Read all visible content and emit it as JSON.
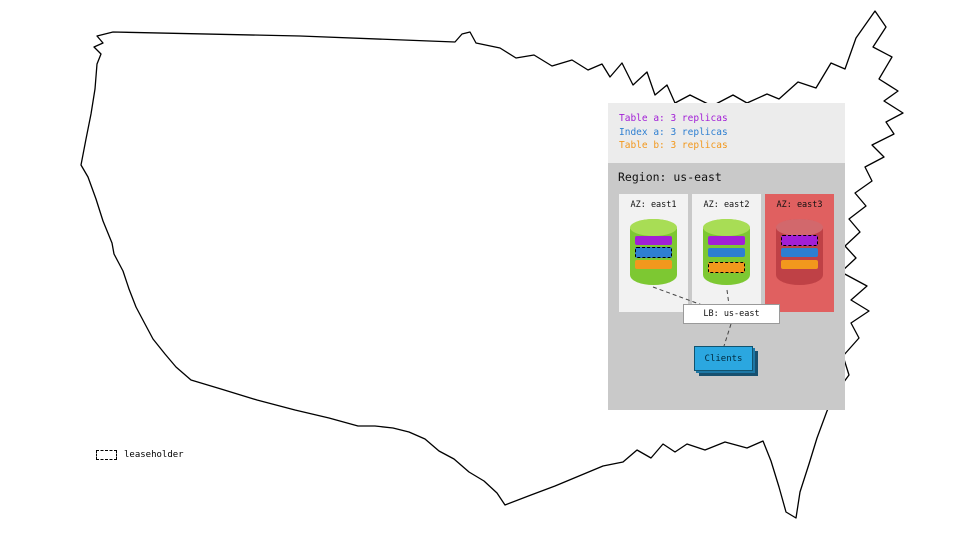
{
  "replica_legend": {
    "entries": [
      {
        "id": "table-a",
        "label": "Table a: 3 replicas",
        "color": "#a21fd6"
      },
      {
        "id": "index-a",
        "label": "Index a: 3 replicas",
        "color": "#2e7fd1"
      },
      {
        "id": "table-b",
        "label": "Table b: 3 replicas",
        "color": "#f2981d"
      }
    ]
  },
  "region": {
    "title": "Region: us-east",
    "azs": [
      {
        "label": "AZ: east1",
        "down": false,
        "replicas": [
          {
            "name": "Table a",
            "leaseholder": false
          },
          {
            "name": "Index a",
            "leaseholder": true
          },
          {
            "name": "Table b",
            "leaseholder": false
          }
        ]
      },
      {
        "label": "AZ: east2",
        "down": false,
        "replicas": [
          {
            "name": "Table a",
            "leaseholder": false
          },
          {
            "name": "Index a",
            "leaseholder": false
          },
          {
            "name": "Table b",
            "leaseholder": true
          }
        ]
      },
      {
        "label": "AZ: east3",
        "down": true,
        "replicas": [
          {
            "name": "Table a",
            "leaseholder": true
          },
          {
            "name": "Index a",
            "leaseholder": false
          },
          {
            "name": "Table b",
            "leaseholder": false
          }
        ]
      }
    ],
    "load_balancer": {
      "label": "LB: us-east"
    },
    "clients": {
      "label": "Clients"
    }
  },
  "map_legend": {
    "leaseholder_label": "leaseholder"
  },
  "colors": {
    "table_a": "#a21fd6",
    "index_a": "#2e7fd1",
    "table_b": "#f2981d",
    "legend_bg": "#ececec",
    "region_bg": "#c9c9c9",
    "az_bg": "#f2f2f2",
    "az_down_bg": "#e06060",
    "cylinder": "#7dc832",
    "cylinder_top": "#a8dd55",
    "cylinder_down": "#bf4146",
    "cylinder_down_top": "#d2686c",
    "clients_bg": "#2ba7e0"
  }
}
